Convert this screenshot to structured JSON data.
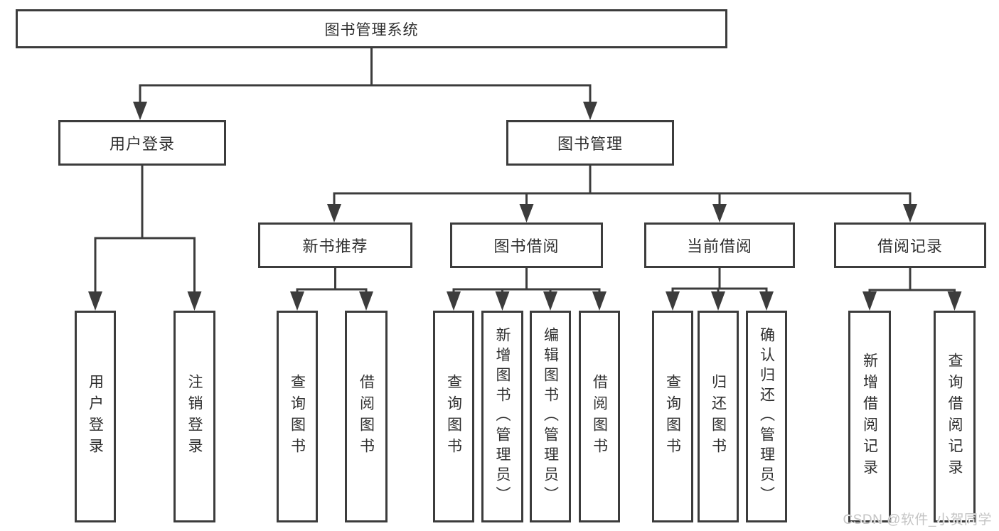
{
  "colors": {
    "line": "#3c3c3c",
    "text": "#2f2f2f",
    "box_background": "#ffffff",
    "watermark": "#c4c4c4"
  },
  "nodes": {
    "root": {
      "label": "图书管理系统"
    },
    "user_login": {
      "label": "用户登录"
    },
    "book_management": {
      "label": "图书管理"
    },
    "new_book_recommend": {
      "label": "新书推荐"
    },
    "book_borrowing": {
      "label": "图书借阅"
    },
    "current_borrowing": {
      "label": "当前借阅"
    },
    "borrowing_records": {
      "label": "借阅记录"
    },
    "leaves": {
      "login": {
        "label": "用户登录"
      },
      "logout": {
        "label": "注销登录"
      },
      "recommend_query_books": {
        "label": "查询图书"
      },
      "recommend_borrow_books": {
        "label": "借阅图书"
      },
      "borrowing_query_books": {
        "label": "查询图书"
      },
      "borrowing_add_books_admin": {
        "label": "新增图书（管理员）"
      },
      "borrowing_edit_books_admin": {
        "label": "编辑图书（管理员）"
      },
      "borrowing_borrow_books": {
        "label": "借阅图书"
      },
      "current_query_books": {
        "label": "查询图书"
      },
      "current_return_books": {
        "label": "归还图书"
      },
      "current_confirm_return_admin": {
        "label": "确认归还（管理员）"
      },
      "records_add_record": {
        "label": "新增借阅记录"
      },
      "records_query_record": {
        "label": "查询借阅记录"
      }
    }
  },
  "watermark": {
    "text": "CSDN @软件_小贺同学"
  }
}
